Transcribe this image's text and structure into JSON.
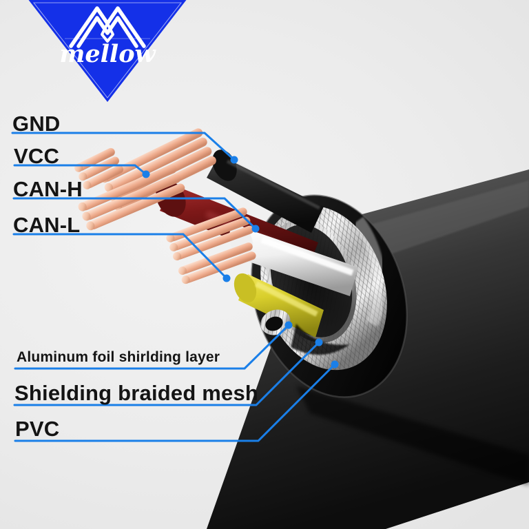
{
  "image": {
    "subject": "CAN bus cable cutaway diagram",
    "background_color": "#ececec",
    "accent_color": "#1a7fe8",
    "label_color": "#141414"
  },
  "logo": {
    "brand": "mellow",
    "shape": "inverted-triangle",
    "color": "#1430e8",
    "mark": "stylized-M"
  },
  "callouts": [
    {
      "id": "gnd",
      "label": "GND",
      "size": "big",
      "target_color": "#1f1f1f",
      "target_part": "black-insulated-conductor"
    },
    {
      "id": "vcc",
      "label": "VCC",
      "size": "big",
      "target_color": "#8f1d1d",
      "target_part": "red-insulated-conductor"
    },
    {
      "id": "can_h",
      "label": "CAN-H",
      "size": "big",
      "target_color": "#f4f4f4",
      "target_part": "white-insulated-conductor"
    },
    {
      "id": "can_l",
      "label": "CAN-L",
      "size": "big",
      "target_color": "#d8cf2a",
      "target_part": "yellow-insulated-conductor"
    },
    {
      "id": "aluminum_foil",
      "label": "Aluminum foil shirlding layer",
      "size": "small",
      "target_color": "#cfcfcf",
      "target_part": "aluminum-foil-shielding-layer"
    },
    {
      "id": "braided_mesh",
      "label": "Shielding braided mesh",
      "size": "big",
      "target_color": "#b9b9b9",
      "target_part": "braided-shield-mesh"
    },
    {
      "id": "pvc",
      "label": "PVC",
      "size": "big",
      "target_color": "#2a2a2a",
      "target_part": "pvc-outer-jacket"
    }
  ],
  "cable": {
    "jacket_color": "#2b2b2b",
    "braid_color": "#c8c8c8",
    "foil_color": "#e2e2e2",
    "copper_color": "#f0bba3",
    "conductors": [
      {
        "name": "GND",
        "insulation": "#1b1b1b"
      },
      {
        "name": "VCC",
        "insulation": "#7e1a1a"
      },
      {
        "name": "CAN-H",
        "insulation": "#f2f2f2"
      },
      {
        "name": "CAN-L",
        "insulation": "#d9d02c"
      }
    ]
  }
}
